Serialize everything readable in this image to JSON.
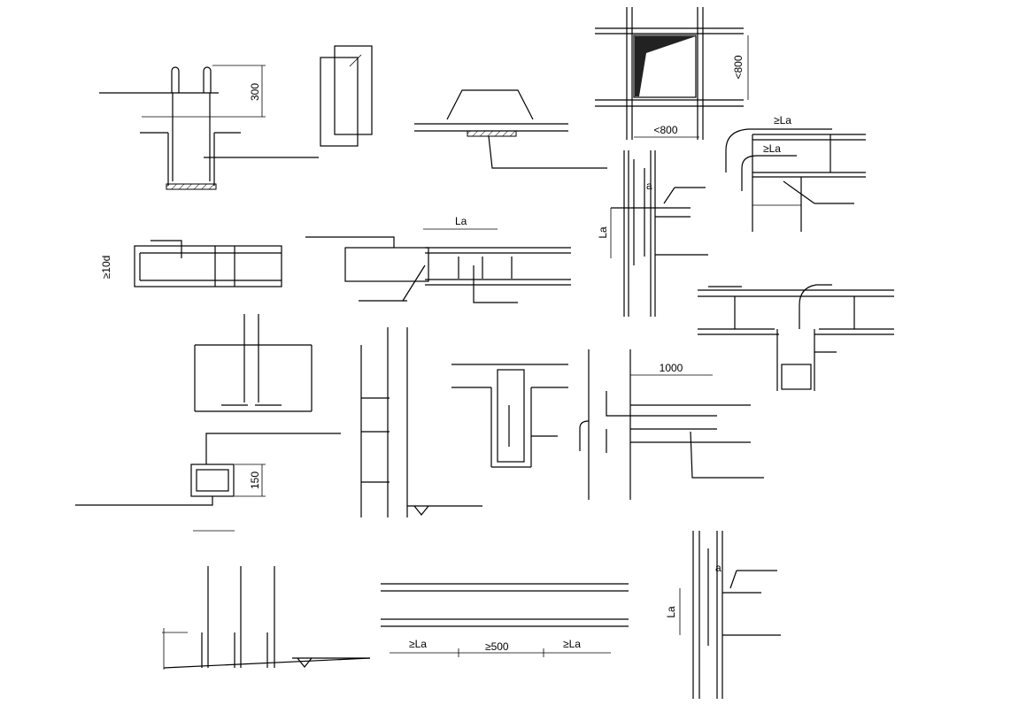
{
  "drawing": {
    "dim_300": "300",
    "dim_800_vertical": "<800",
    "dim_800_horizontal": "<800",
    "anchor_la_outer": "≥La",
    "anchor_la_inner": "≥La",
    "lap_a_top": "a",
    "lap_la_side": "La",
    "beam_la_top": "La",
    "dim_10d": "≥10d",
    "dim_1000": "1000",
    "dim_150": "150",
    "beam_la_left": "≥La",
    "beam_500": "≥500",
    "beam_la_right": "≥La",
    "lap_a_bottom": "a",
    "lap_la_bottom": "La"
  }
}
